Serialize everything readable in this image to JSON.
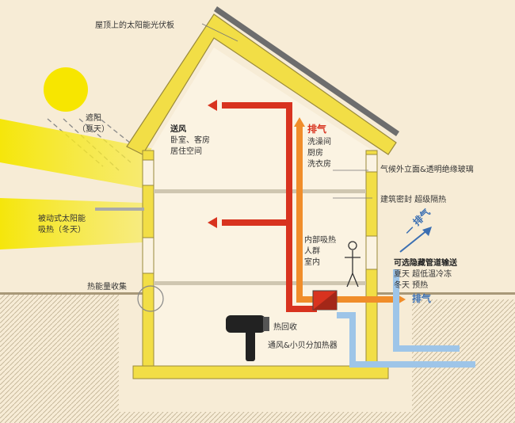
{
  "labels": {
    "roof_pv": "屋顶上的太阳能光伏板",
    "shade": "遮阳",
    "shade_summer": "（夏天）",
    "supply_air": "送风",
    "supply_rooms": "卧室、客房",
    "supply_living": "居住空间",
    "exhaust": "排气",
    "exhaust_bath": "洗澡间",
    "exhaust_kitchen": "厨房",
    "exhaust_laundry": "洗衣房",
    "facade": "气候外立面&透明绝缘玻璃",
    "airtight": "建筑密封 超级隔热",
    "passive_solar": "被动式太阳能",
    "passive_heat": "吸热（冬天）",
    "internal_heat": "内部吸热",
    "people": "人群",
    "indoor": "室内",
    "heat_collect": "热能量收集",
    "exhaust_diag": "— 排气",
    "buried_duct": "可选隐藏管道输送",
    "summer_cool": "夏天  超低温冷冻",
    "winter_preheat": "冬天  预热",
    "exhaust_right": "排气",
    "heat_recovery": "热回收",
    "ventilation": "通风&小贝分加热器"
  },
  "colors": {
    "background": "#f7ecd6",
    "sun": "#f7e600",
    "insulation": "#f2de46",
    "supply_duct": "#d8331f",
    "exhaust_duct": "#f08d2a",
    "fresh_duct": "#9ec5e8",
    "ground": "#d9ccb2"
  },
  "icons": [
    "sun-icon",
    "person-icon",
    "hair-dryer-icon",
    "heat-exchanger-icon"
  ]
}
